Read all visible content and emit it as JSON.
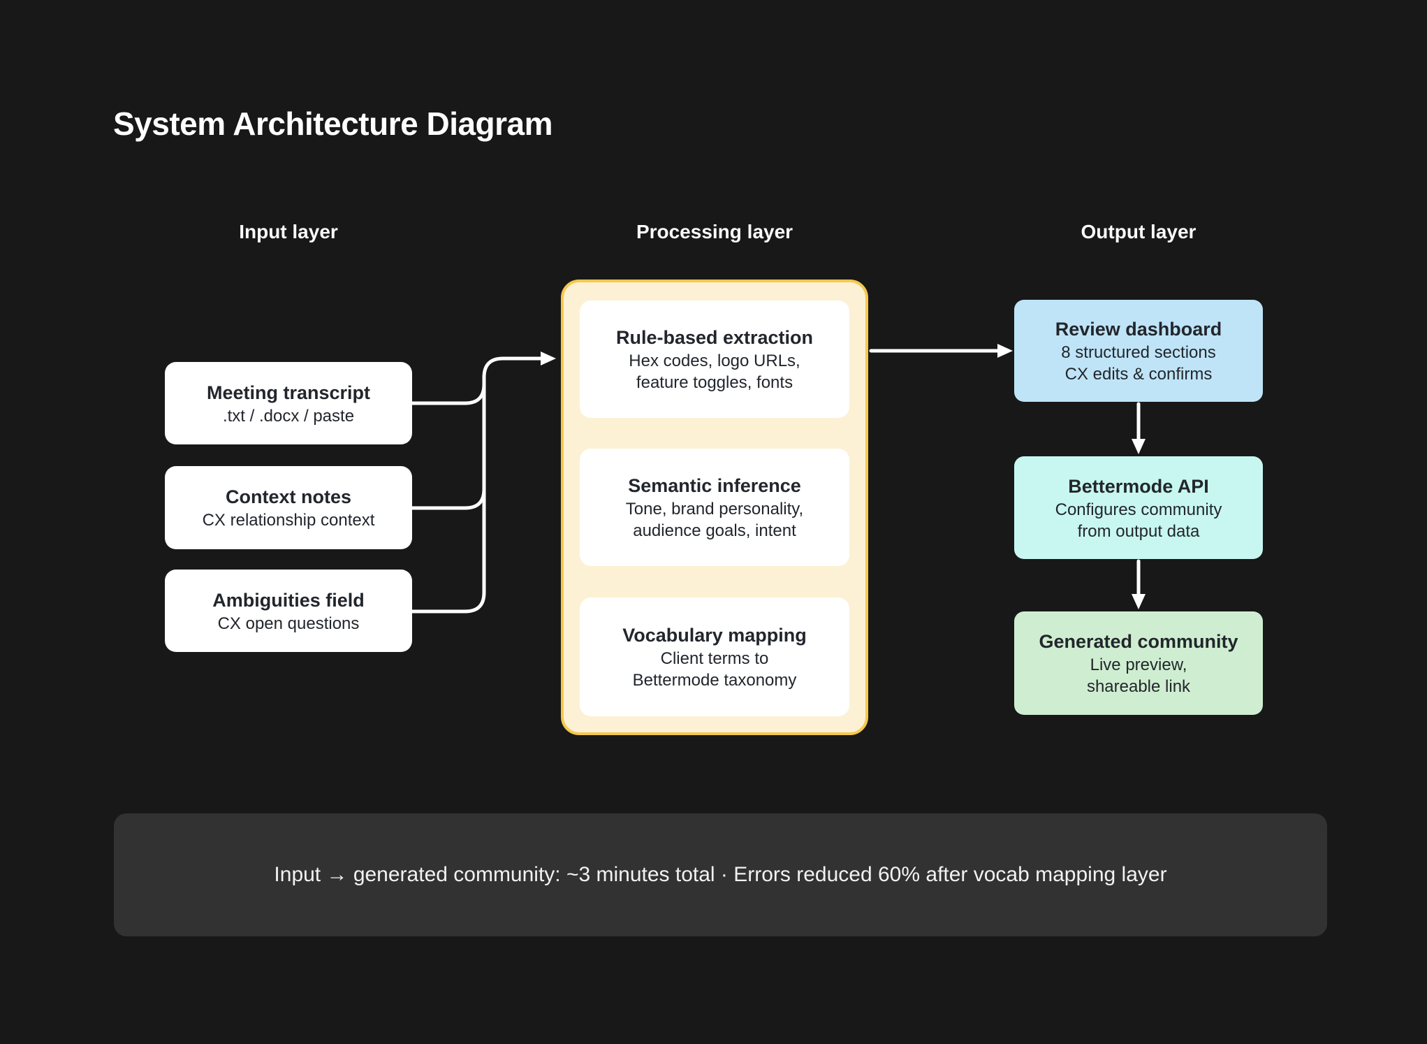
{
  "title": "System Architecture Diagram",
  "columns": {
    "input": {
      "label": "Input layer"
    },
    "processing": {
      "label": "Processing layer"
    },
    "output": {
      "label": "Output layer"
    }
  },
  "input_nodes": [
    {
      "title": "Meeting transcript",
      "subtitle": ".txt / .docx / paste"
    },
    {
      "title": "Context notes",
      "subtitle": "CX relationship context"
    },
    {
      "title": "Ambiguities field",
      "subtitle": "CX open questions"
    }
  ],
  "processing_nodes": [
    {
      "title": "Rule-based extraction",
      "line1": "Hex codes, logo URLs,",
      "line2": "feature toggles, fonts"
    },
    {
      "title": "Semantic inference",
      "line1": "Tone, brand personality,",
      "line2": "audience goals, intent"
    },
    {
      "title": "Vocabulary mapping",
      "line1": "Client terms to",
      "line2": "Bettermode taxonomy"
    }
  ],
  "output_nodes": [
    {
      "title": "Review dashboard",
      "line1": "8 structured sections",
      "line2": "CX edits & confirms"
    },
    {
      "title": "Bettermode API",
      "line1": "Configures community",
      "line2": "from output data"
    },
    {
      "title": "Generated community",
      "line1": "Live preview,",
      "line2": "shareable link"
    }
  ],
  "footer": {
    "text": "Input → generated community: ~3 minutes total · Errors reduced 60% after vocab mapping layer"
  },
  "colors": {
    "page_background": "#181818",
    "node_background": "#ffffff",
    "node_text": "#22262c",
    "processing_fill": "#fcf1d4",
    "processing_border": "#f5c84e",
    "output_review_fill": "#bfe4f7",
    "output_api_fill": "#c7f7f0",
    "output_generated_fill": "#cfeed1",
    "footer_background": "#323232",
    "connector": "#ffffff"
  }
}
